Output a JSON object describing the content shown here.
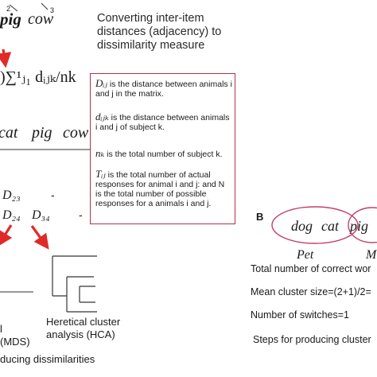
{
  "top_row": {
    "sup_a": "2",
    "sup_b": "3",
    "word_pig": "pig",
    "word_cow": "cow"
  },
  "heading": "Converting inter-item distances (adjacency) to dissimilarity measure",
  "heading_lines": [
    "Converting inter-item",
    "distances (adjacency) to",
    "dissimilarity measure"
  ],
  "formula_text": ")∑¹ⱼ₁ dᵢⱼₖ/nk",
  "definitions": [
    {
      "symbol": "Dᵢⱼ",
      "text": "is the distance between animals i and j in the matrix."
    },
    {
      "symbol": "dᵢⱼₖ",
      "text": "is the distance between animals i and j of subject k."
    },
    {
      "symbol": "nₖ",
      "text": "is the total number of subject k."
    },
    {
      "symbol": "Tᵢⱼ",
      "text": "is the total number of actual responses for animal i and j: and N is the total number of possible responses for a animals i and j."
    }
  ],
  "row_labels": {
    "cat": "cat",
    "pig": "pig",
    "cow": "cow"
  },
  "matrix": {
    "d23": "D₂₃",
    "d24": "D₂₄",
    "d34": "D₃₄",
    "dash1": "-",
    "dash2": "-"
  },
  "left_caption": {
    "line1": "l",
    "line2": "(MDS)"
  },
  "hca_caption": {
    "line1": "Heretical cluster",
    "line2": "analysis (HCA)"
  },
  "bottom_left": "ducing dissimilarities",
  "panel_b": {
    "label": "B",
    "words": [
      "dog",
      "cat",
      "pig"
    ],
    "group_pet": "Pet",
    "group_m": "M",
    "lines": [
      "Total number of correct wor",
      "Mean cluster size=(2+1)/2=",
      "Number of switches=1",
      "Steps for producing cluster"
    ]
  },
  "colors": {
    "accent": "#e02a2a",
    "box_border": "#b0314f",
    "ellipse": "#c0406a"
  }
}
